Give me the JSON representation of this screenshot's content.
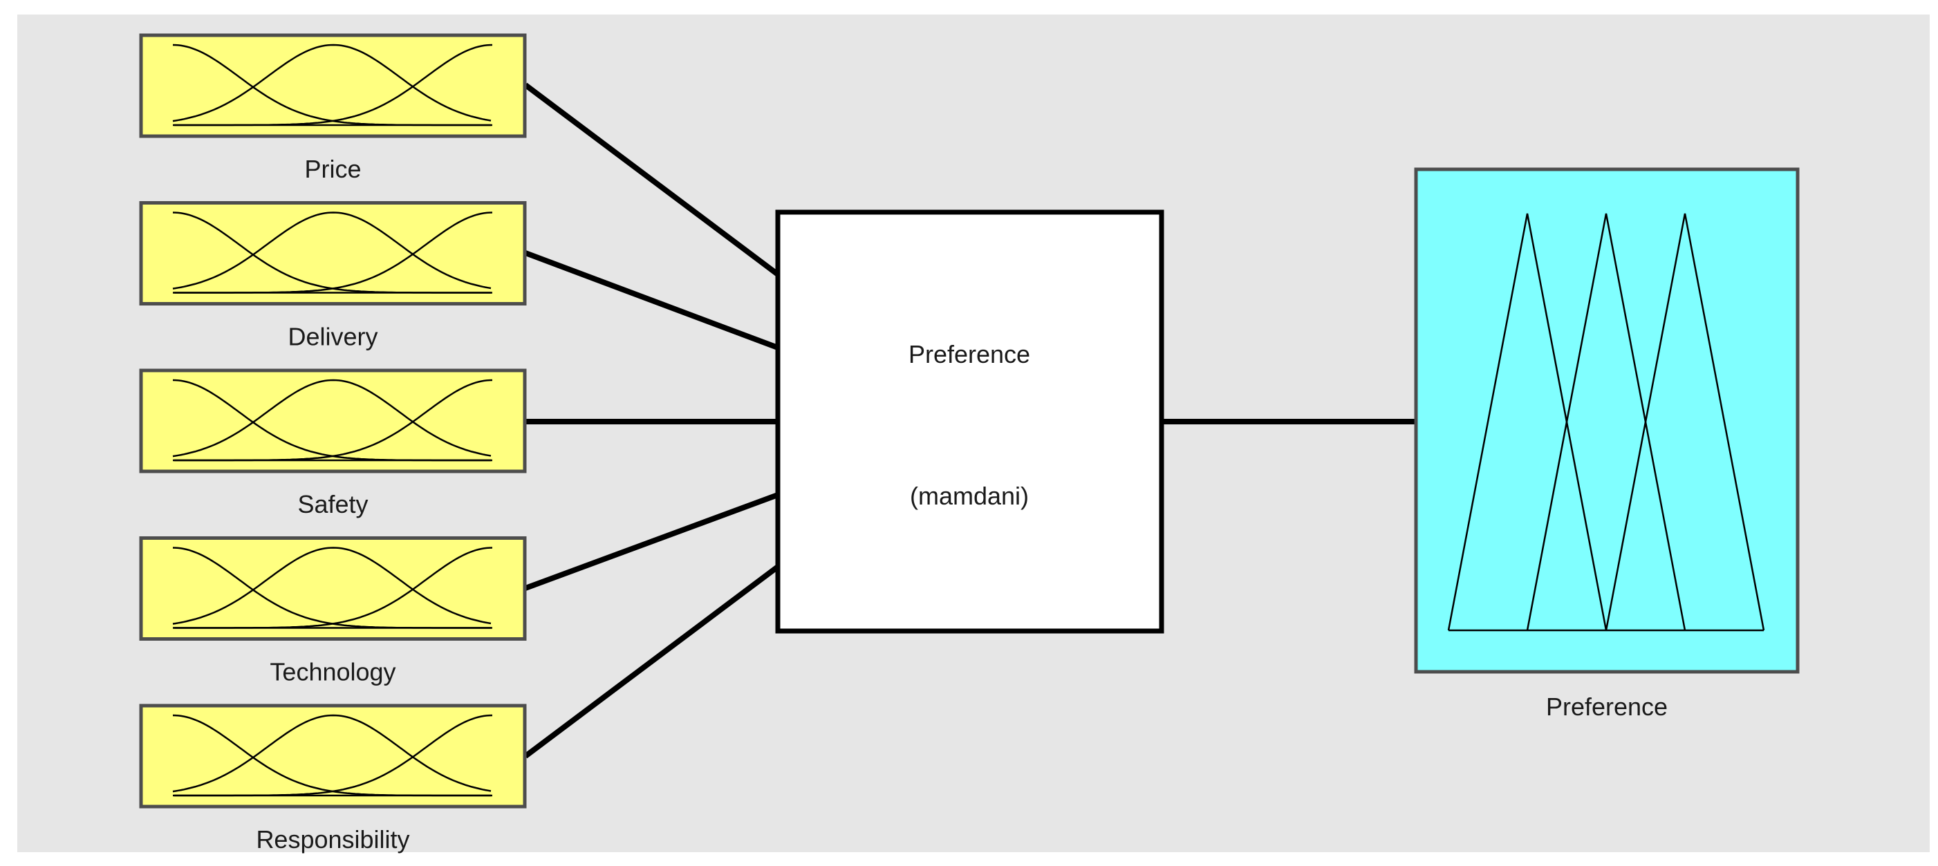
{
  "inputs": [
    {
      "label": "Price"
    },
    {
      "label": "Delivery"
    },
    {
      "label": "Safety"
    },
    {
      "label": "Technology"
    },
    {
      "label": "Responsibility"
    }
  ],
  "system": {
    "name": "Preference",
    "type": "(mamdani)"
  },
  "output": {
    "label": "Preference"
  },
  "colors": {
    "panel_background": "#e6e6e6",
    "input_fill": "#ffff80",
    "output_fill": "#80ffff",
    "system_fill": "#ffffff",
    "stroke": "#000000",
    "frame_border": "#4d4d4d"
  },
  "icons": {
    "input": "gaussian-membership-icon",
    "output": "triangular-membership-icon"
  }
}
